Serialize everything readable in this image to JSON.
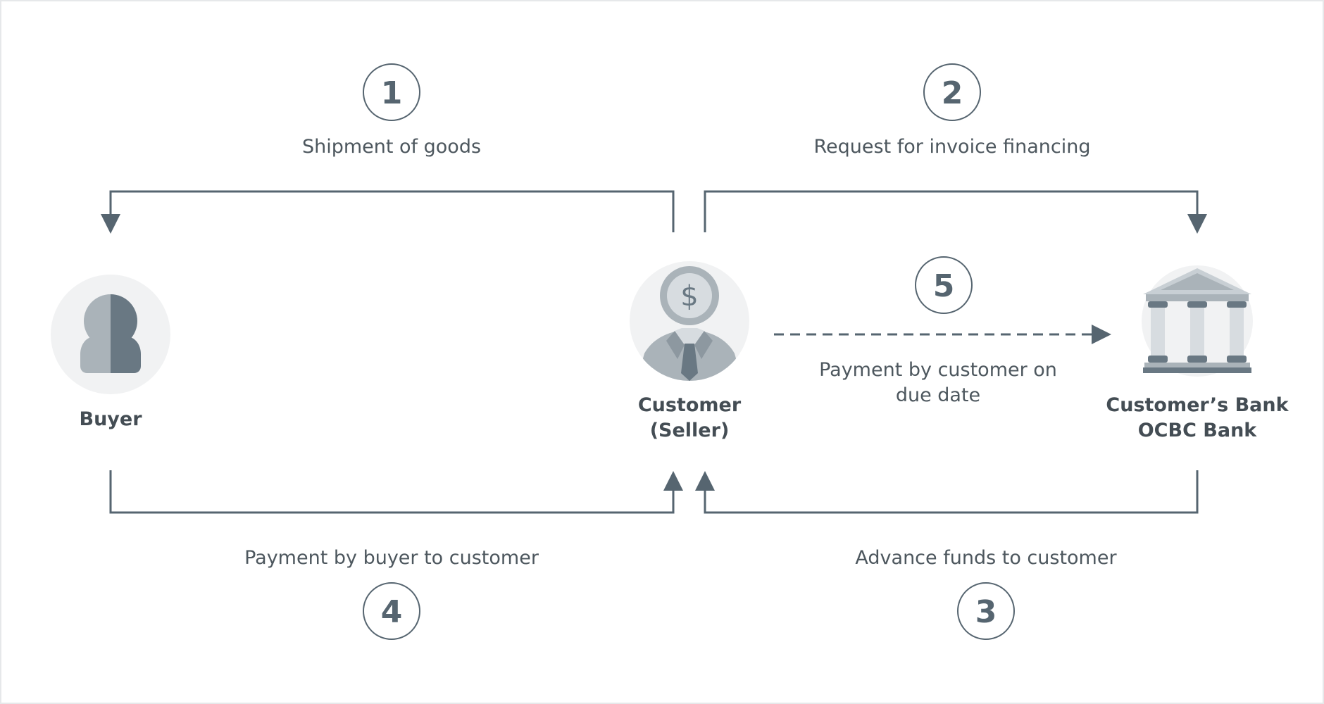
{
  "nodes": {
    "buyer": {
      "label": "Buyer",
      "icon": "person-icon"
    },
    "customer": {
      "label_line1": "Customer",
      "label_line2": "(Seller)",
      "icon": "businessman-dollar-icon"
    },
    "bank": {
      "label_line1": "Customer’s Bank",
      "label_line2": "OCBC Bank",
      "icon": "bank-building-icon"
    }
  },
  "steps": [
    {
      "number": "1",
      "label": "Shipment of goods"
    },
    {
      "number": "2",
      "label": "Request for invoice financing"
    },
    {
      "number": "3",
      "label": "Advance funds to customer"
    },
    {
      "number": "4",
      "label": "Payment by buyer to customer"
    },
    {
      "number": "5",
      "label_line1": "Payment by customer on",
      "label_line2": "due date"
    }
  ],
  "colors": {
    "line": "#566570",
    "icon_dark": "#697883",
    "icon_light": "#aab3b9",
    "icon_background": "#f1f2f3",
    "text": "#444d54"
  }
}
